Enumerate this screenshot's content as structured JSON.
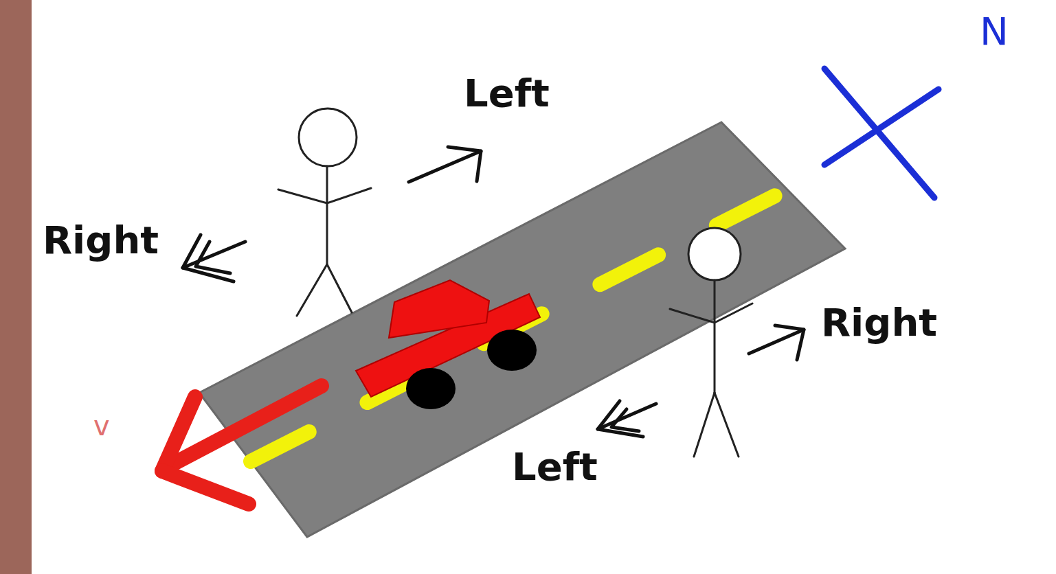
{
  "diagram": {
    "labels": [
      "N",
      "Left",
      "Right",
      "Right",
      "v",
      "Left"
    ]
  }
}
